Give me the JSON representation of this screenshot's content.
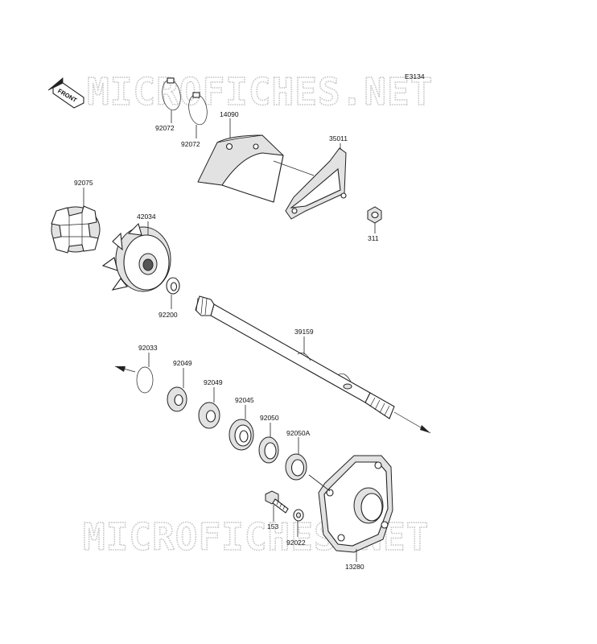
{
  "diagram": {
    "code": "E3134",
    "front_label": "FRONT",
    "watermark_text": "MICROFICHES.NET",
    "parts": [
      {
        "number": "92072"
      },
      {
        "number": "92072"
      },
      {
        "number": "14090"
      },
      {
        "number": "35011"
      },
      {
        "number": "92075"
      },
      {
        "number": "42034"
      },
      {
        "number": "311"
      },
      {
        "number": "92200"
      },
      {
        "number": "39159"
      },
      {
        "number": "92033"
      },
      {
        "number": "92049"
      },
      {
        "number": "92049"
      },
      {
        "number": "92045"
      },
      {
        "number": "92050"
      },
      {
        "number": "92050A"
      },
      {
        "number": "153"
      },
      {
        "number": "92022"
      },
      {
        "number": "13280"
      }
    ]
  }
}
